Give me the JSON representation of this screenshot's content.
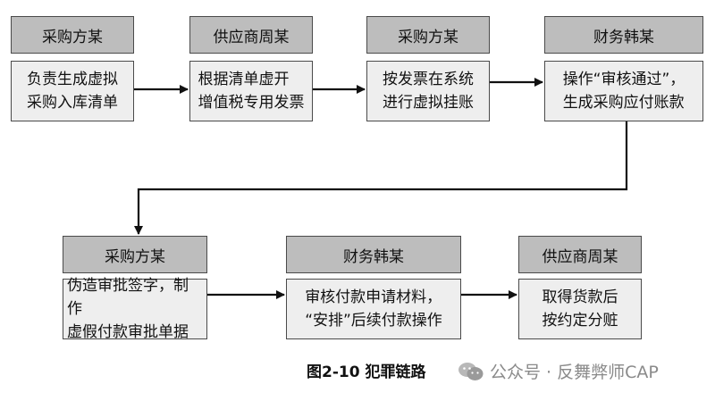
{
  "row1": [
    {
      "role": "采购方某",
      "task": "负责生成虚拟\n采购入库清单"
    },
    {
      "role": "供应商周某",
      "task": "根据清单虚开\n增值税专用发票"
    },
    {
      "role": "采购方某",
      "task": "按发票在系统\n进行虚拟挂账"
    },
    {
      "role": "财务韩某",
      "task": "操作“审核通过”，\n生成采购应付账款"
    }
  ],
  "row2": [
    {
      "role": "采购方某",
      "task": "伪造审批签字，制作\n虚假付款审批单据"
    },
    {
      "role": "财务韩某",
      "task": "审核付款申请材料，\n“安排”后续付款操作"
    },
    {
      "role": "供应商周某",
      "task": "取得货款后\n按约定分赃"
    }
  ],
  "caption": "图2-10  犯罪链路",
  "watermark": {
    "icon": "wechat-icon",
    "text": "公众号 · 反舞弊师CAP"
  },
  "colors": {
    "role_fill": "#bdbdbd",
    "task_fill": "#eeeeee",
    "border": "#4a4a4a",
    "arrow": "#111111",
    "watermark": "#8a8a8a"
  }
}
